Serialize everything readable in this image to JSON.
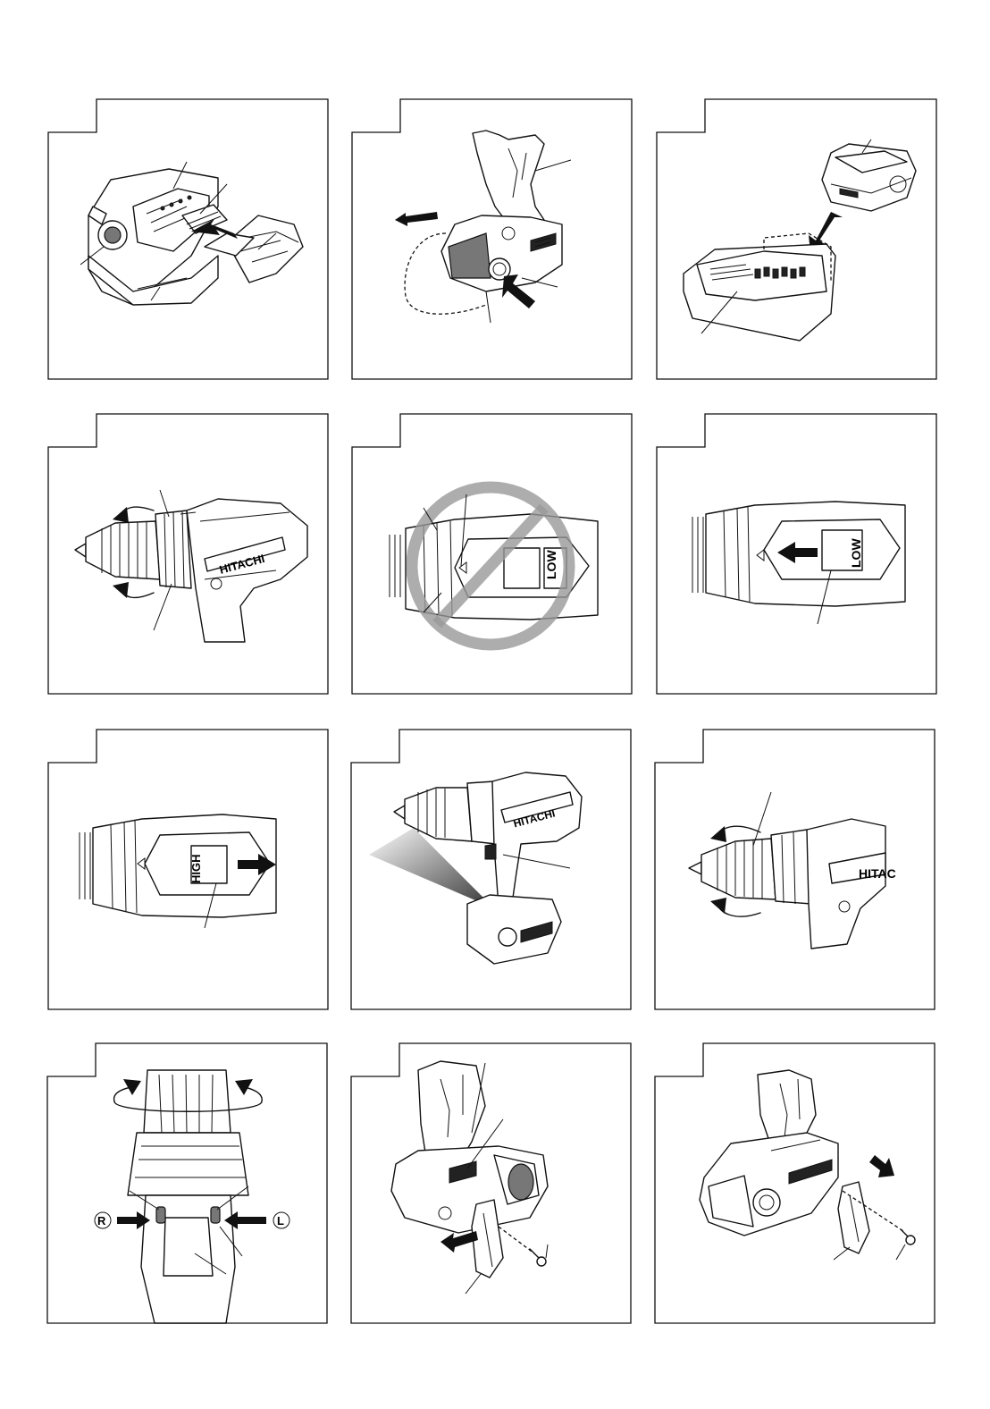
{
  "figures": [
    {
      "id": 1,
      "icon": "battery-cover-icon"
    },
    {
      "id": 2,
      "icon": "battery-removal-icon",
      "arrow_color": "#111111"
    },
    {
      "id": 3,
      "icon": "battery-charger-icon"
    },
    {
      "id": 4,
      "icon": "clutch-dial-rotate-icon",
      "brand_label": "HITACHI"
    },
    {
      "id": 5,
      "icon": "prohibited-setting-icon",
      "speed_label": "LOW",
      "prohibit_color": "#999999"
    },
    {
      "id": 6,
      "icon": "speed-switch-low-icon",
      "speed_label": "LOW"
    },
    {
      "id": 7,
      "icon": "speed-switch-high-icon",
      "speed_label": "HIGH"
    },
    {
      "id": 8,
      "icon": "led-light-icon",
      "brand_label": "HITACHI"
    },
    {
      "id": 9,
      "icon": "chuck-sleeve-rotate-icon",
      "brand_label": "HITAC"
    },
    {
      "id": 10,
      "icon": "forward-reverse-switch-icon",
      "marks": [
        "R",
        "L"
      ]
    },
    {
      "id": 11,
      "icon": "hook-attach-icon"
    },
    {
      "id": 12,
      "icon": "hook-detach-icon"
    }
  ]
}
